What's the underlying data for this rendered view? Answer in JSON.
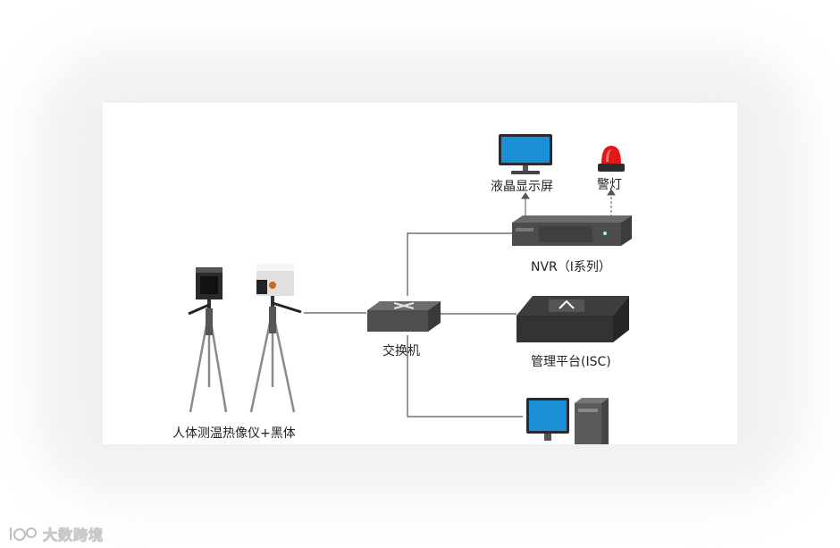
{
  "diagram": {
    "nodes": [
      {
        "id": "lcd",
        "label": "液晶显示屏",
        "icon": "monitor-icon"
      },
      {
        "id": "alarm",
        "label": "警灯",
        "icon": "alarm-light-icon"
      },
      {
        "id": "nvr",
        "label": "NVR（I系列）",
        "icon": "nvr-icon"
      },
      {
        "id": "switch",
        "label": "交换机",
        "icon": "switch-icon"
      },
      {
        "id": "isc",
        "label": "管理平台(ISC)",
        "icon": "server-icon"
      },
      {
        "id": "camera",
        "label": "人体测温热像仪+黑体",
        "icon": "thermal-camera-icon"
      },
      {
        "id": "pc",
        "label": "",
        "icon": "desktop-pc-icon"
      }
    ],
    "edges": [
      {
        "from": "camera",
        "to": "switch"
      },
      {
        "from": "switch",
        "to": "nvr"
      },
      {
        "from": "switch",
        "to": "isc"
      },
      {
        "from": "switch",
        "to": "pc"
      },
      {
        "from": "nvr",
        "to": "lcd"
      },
      {
        "from": "nvr",
        "to": "alarm"
      }
    ]
  },
  "watermark": {
    "text": "大数跨境"
  },
  "colors": {
    "screen": "#1a8fd6",
    "device_dark": "#3a3a3a",
    "alarm_red": "#e01818",
    "line": "#555555"
  }
}
